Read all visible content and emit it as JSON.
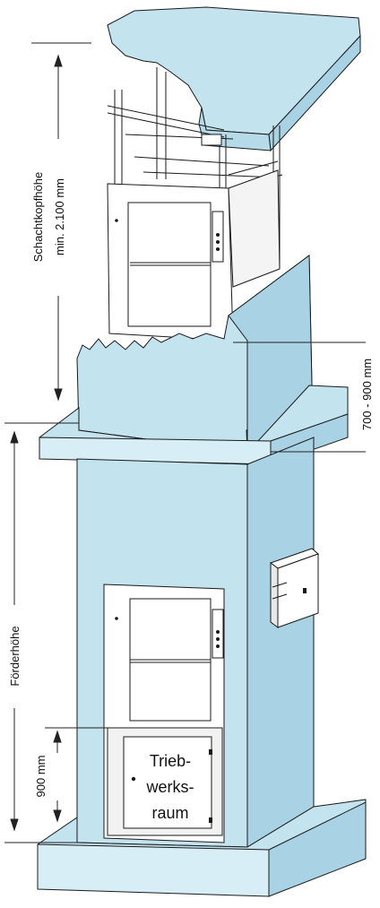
{
  "labels": {
    "shaft_head_height_line1": "Schachtkopfhöhe",
    "shaft_head_height_line2": "min. 2.100 mm",
    "door_sill_height": "700 - 900 mm",
    "travel_height": "Förderhöhe",
    "machine_room_height": "900 mm",
    "machine_room_line1": "Trieb-",
    "machine_room_line2": "werks-",
    "machine_room_line3": "raum"
  },
  "colors": {
    "shaft_fill": "#c3e3ef",
    "shaft_fill_dark": "#a9d3e4",
    "shaft_top": "#d8eef6",
    "outline": "#1a1a1a",
    "door_fill": "#ffffff",
    "line": "#222222"
  }
}
